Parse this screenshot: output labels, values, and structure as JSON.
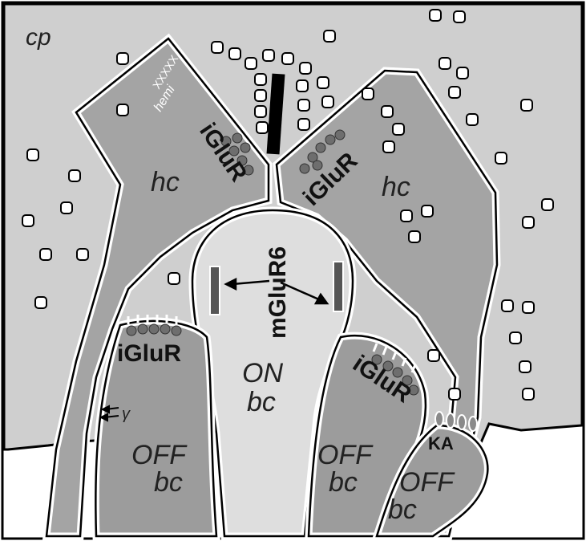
{
  "colors": {
    "cone_pedicle": "#cfcfcf",
    "horizontal_cell": "#a4a4a4",
    "on_bipolar": "#dedede",
    "off_bipolar": "#9c9c9c",
    "membrane": "#ffffff",
    "outline": "#000000",
    "receptor": "#6e6e6e",
    "kainate": "#8a8a8a"
  },
  "labels": {
    "cp": "cp",
    "hemi": "hemi",
    "xxx": "XXXXX",
    "hc_left": "hc",
    "hc_right": "hc",
    "iglur_hc_left": "iGluR",
    "iglur_hc_right": "iGluR",
    "mglur6": "mGluR6",
    "on": "ON",
    "on_bc": "bc",
    "iglur_off_left": "iGluR",
    "iglur_off_right": "iGluR",
    "gamma": "γ",
    "off_left": "OFF",
    "off_left_bc": "bc",
    "off_mid": "OFF",
    "off_mid_bc": "bc",
    "off_right": "OFF",
    "off_right_bc": "bc",
    "ka": "KA"
  }
}
